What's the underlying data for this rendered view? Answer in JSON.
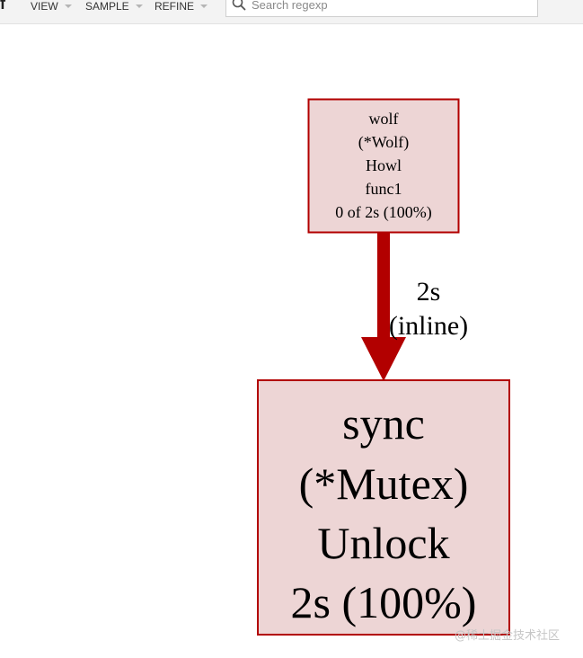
{
  "toolbar": {
    "logo": "f",
    "menus": [
      {
        "label": "VIEW"
      },
      {
        "label": "SAMPLE"
      },
      {
        "label": "REFINE"
      }
    ],
    "search": {
      "placeholder": "Search regexp",
      "value": ""
    }
  },
  "graph": {
    "colors": {
      "node_fill": "#edd5d5",
      "node_border": "#b20000",
      "edge": "#b20000"
    },
    "nodes": [
      {
        "id": "caller",
        "lines": [
          "wolf",
          "(*Wolf)",
          "Howl",
          "func1",
          "0 of 2s (100%)"
        ]
      },
      {
        "id": "callee",
        "lines": [
          "sync",
          "(*Mutex)",
          "Unlock",
          "2s (100%)"
        ]
      }
    ],
    "edges": [
      {
        "from": "caller",
        "to": "callee",
        "weight": "2s",
        "note": "(inline)"
      }
    ]
  },
  "watermark": "@稀土掘金技术社区"
}
